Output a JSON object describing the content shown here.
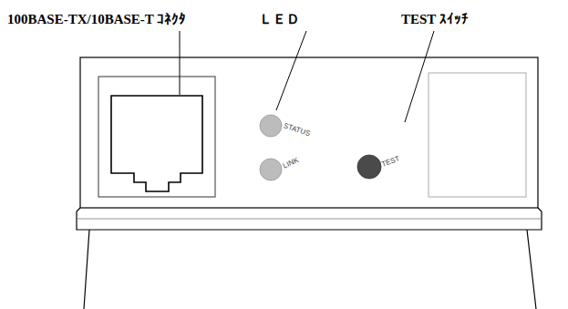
{
  "diagram": {
    "labels": [
      "100BASE-TX/10BASE-T ｺﾈｸﾀ",
      "ＬＥＤ",
      "TEST ｽｲｯﾁ",
      "STATUS",
      "LINK",
      "TEST"
    ]
  }
}
